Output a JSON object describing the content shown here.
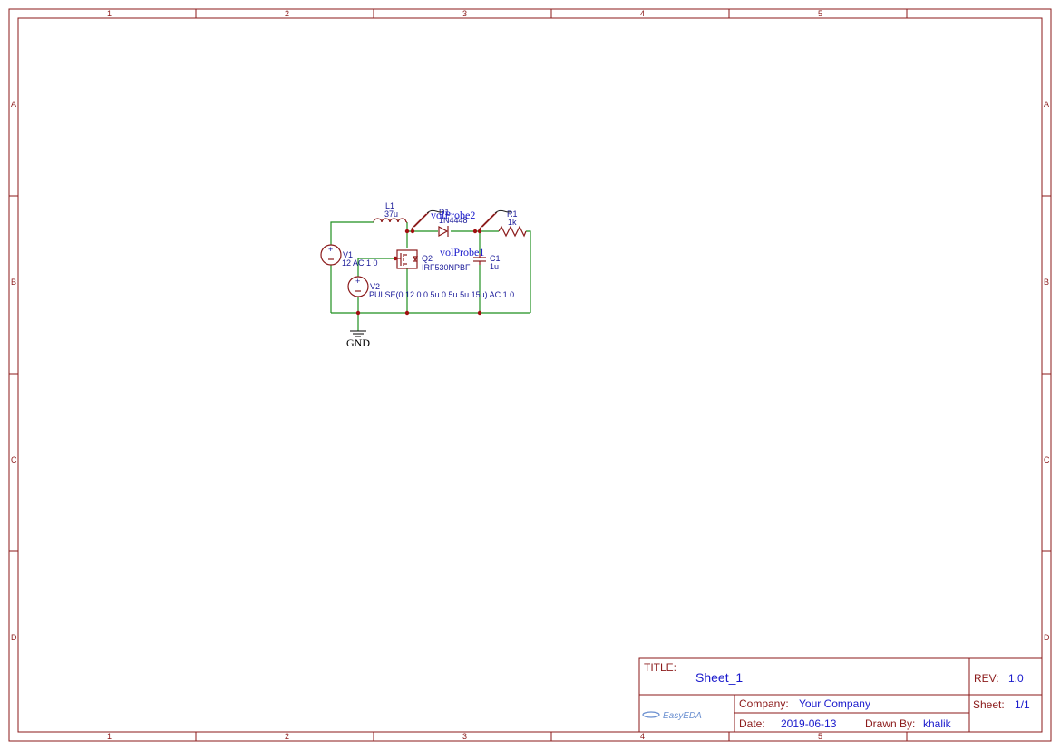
{
  "frame": {
    "columns": [
      "1",
      "2",
      "3",
      "4",
      "5"
    ],
    "rows": [
      "A",
      "B",
      "C",
      "D"
    ]
  },
  "title_block": {
    "title_label": "TITLE:",
    "title_value": "Sheet_1",
    "rev_label": "REV:",
    "rev_value": "1.0",
    "company_label": "Company:",
    "company_value": "Your Company",
    "sheet_label": "Sheet:",
    "sheet_value": "1/1",
    "date_label": "Date:",
    "date_value": "2019-06-13",
    "drawn_label": "Drawn By:",
    "drawn_value": "khalik",
    "logo": "EasyEDA"
  },
  "components": {
    "l1": {
      "ref": "L1",
      "value": "37u"
    },
    "d1": {
      "ref": "D1",
      "value": "1N4448"
    },
    "r1": {
      "ref": "R1",
      "value": "1k"
    },
    "c1": {
      "ref": "C1",
      "value": "1u"
    },
    "q2": {
      "ref": "Q2",
      "value": "IRF530NPBF"
    },
    "v1": {
      "ref": "V1",
      "value": "12 AC 1 0"
    },
    "v2": {
      "ref": "V2",
      "value": "PULSE(0 12 0 0.5u 0.5u 5u 15u) AC 1 0"
    },
    "probe1": {
      "label": "volProbe1"
    },
    "probe2": {
      "label": "volProbe2"
    },
    "gnd": {
      "label": "GND"
    }
  },
  "colors": {
    "frame": "#8b1a1a",
    "wire": "#1f8f1f",
    "text": "#1a1acc"
  }
}
